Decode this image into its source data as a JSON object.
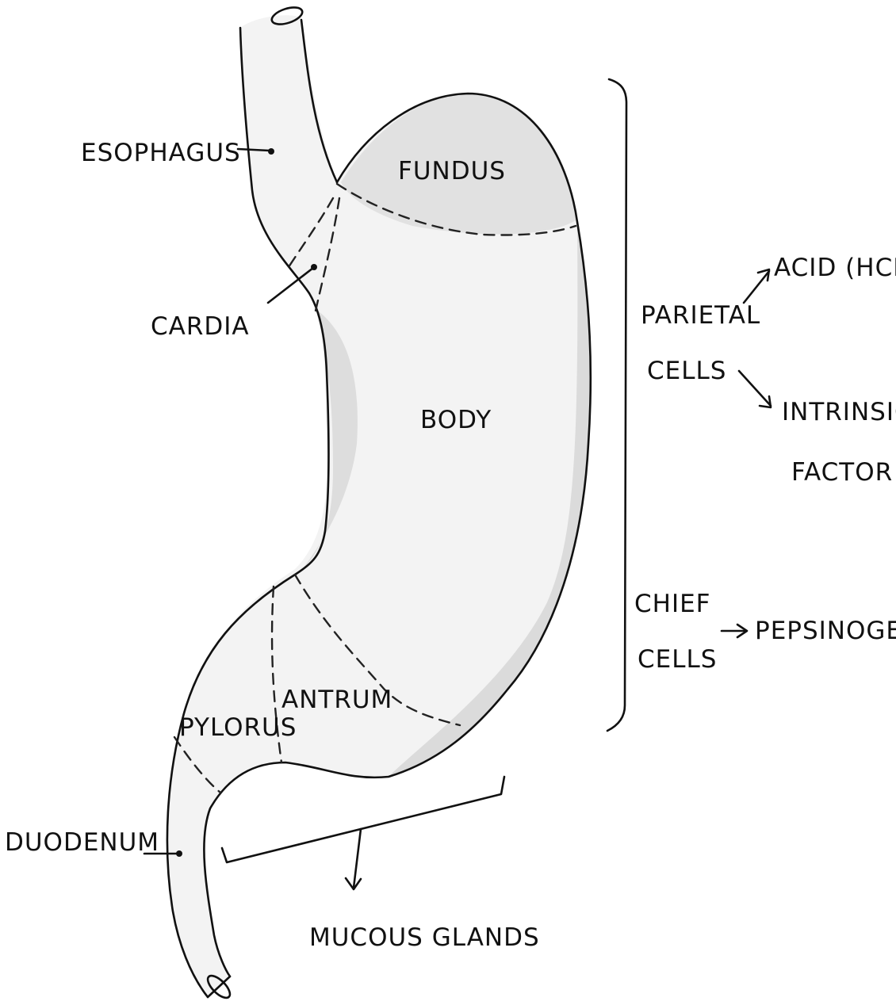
{
  "labels": {
    "esophagus": "ESOPHAGUS",
    "fundus": "FUNDUS",
    "cardia": "CARDIA",
    "body": "BODY",
    "antrum": "ANTRUM",
    "pylorus": "PYLORUS",
    "duodenum": "DUODENUM",
    "mucous_glands": "MUCOUS GLANDS"
  },
  "cells": {
    "parietal_line1": "PARIETAL",
    "parietal_line2": "CELLS",
    "acid": "ACID (HCL)",
    "intrinsic_line1": "INTRINSIC",
    "intrinsic_line2": "FACTOR",
    "chief_line1": "CHIEF",
    "chief_line2": "CELLS",
    "pepsinogen": "PEPSINOGEN"
  }
}
